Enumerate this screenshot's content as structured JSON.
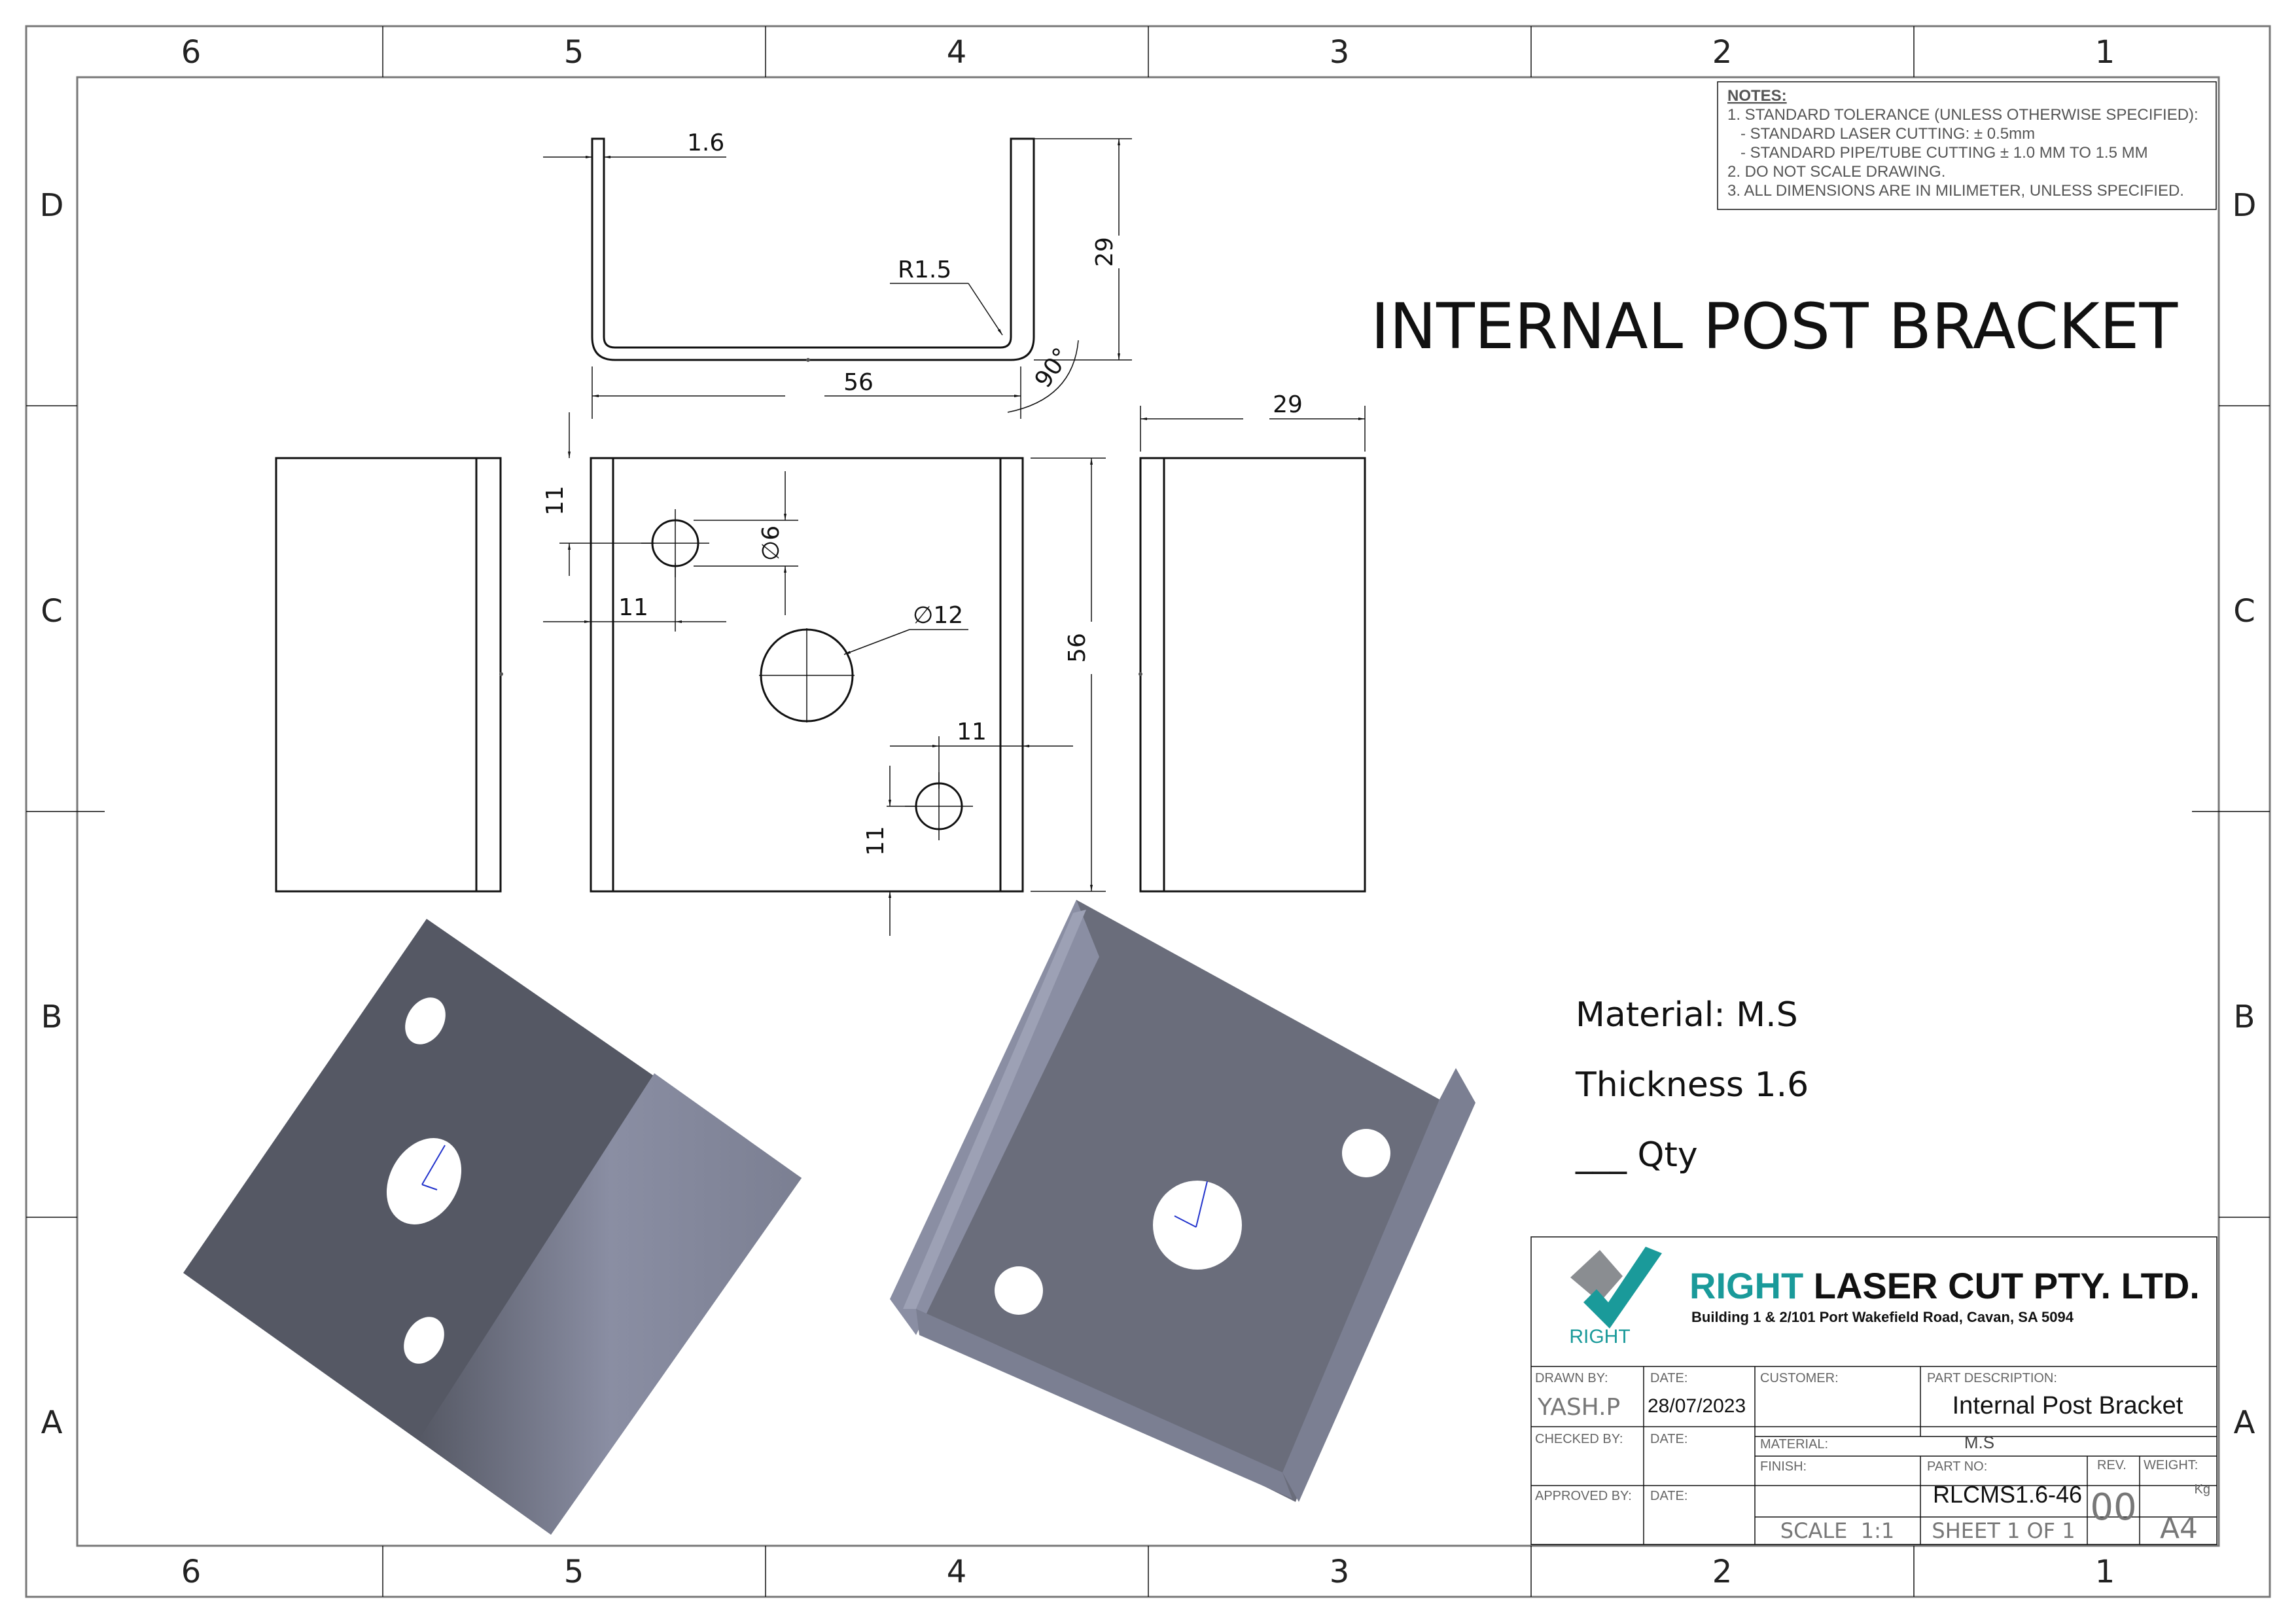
{
  "title": "INTERNAL POST BRACKET",
  "zones": {
    "columns": [
      "6",
      "5",
      "4",
      "3",
      "2",
      "1"
    ],
    "rows": [
      "D",
      "C",
      "B",
      "A"
    ]
  },
  "notes": {
    "heading": "NOTES:",
    "lines": [
      "1. STANDARD TOLERANCE (UNLESS OTHERWISE SPECIFIED):",
      "   - STANDARD LASER CUTTING: ± 0.5mm",
      "   - STANDARD PIPE/TUBE CUTTING ± 1.0 MM TO 1.5 MM",
      "2. DO NOT SCALE DRAWING.",
      "3. ALL DIMENSIONS ARE IN MILIMETER, UNLESS SPECIFIED."
    ]
  },
  "dimensions": {
    "thickness": "1.6",
    "radius": "R1.5",
    "flange_height": "29",
    "base_width": "56",
    "angle": "90°",
    "side_width": "29",
    "front_height": "56",
    "hole_top_offset": "11",
    "hole_left_offset": "11",
    "small_hole_dia": "∅6",
    "large_hole_dia": "∅12",
    "hole_right_offset": "11",
    "hole_bottom_offset": "11"
  },
  "material_info": {
    "material": "Material: M.S",
    "thickness": "Thickness 1.6",
    "qty": "___ Qty"
  },
  "title_block": {
    "company_name_accent": "RIGHT",
    "company_name_rest": " LASER CUT PTY. LTD.",
    "address": "Building 1 & 2/101 Port Wakefield Road, Cavan, SA 5094",
    "logo_text": "RIGHT",
    "drawn_by_label": "DRAWN BY:",
    "drawn_by": "YASH.P",
    "date_label": "DATE:",
    "date": "28/07/2023",
    "customer_label": "CUSTOMER:",
    "part_desc_label": "PART DESCRIPTION:",
    "part_desc": "Internal Post Bracket",
    "checked_by_label": "CHECKED BY:",
    "checked_date_label": "DATE:",
    "material_label": "MATERIAL:",
    "material": "M.S",
    "finish_label": "FINISH:",
    "part_no_label": "PART NO:",
    "part_no": "RLCMS1.6-46",
    "rev_label": "REV.",
    "rev": "00",
    "weight_label": "WEIGHT:",
    "weight_unit": "Kg",
    "approved_by_label": "APPROVED BY:",
    "approved_date_label": "DATE:",
    "scale": "SCALE  1:1",
    "sheet": "SHEET 1 OF 1",
    "size": "A4"
  },
  "colors": {
    "brand_teal": "#1a9a9a",
    "brand_gray": "#8a8d91",
    "part_dark": "#555864",
    "part_mid": "#6a6d7b",
    "part_light": "#7b7f92"
  }
}
